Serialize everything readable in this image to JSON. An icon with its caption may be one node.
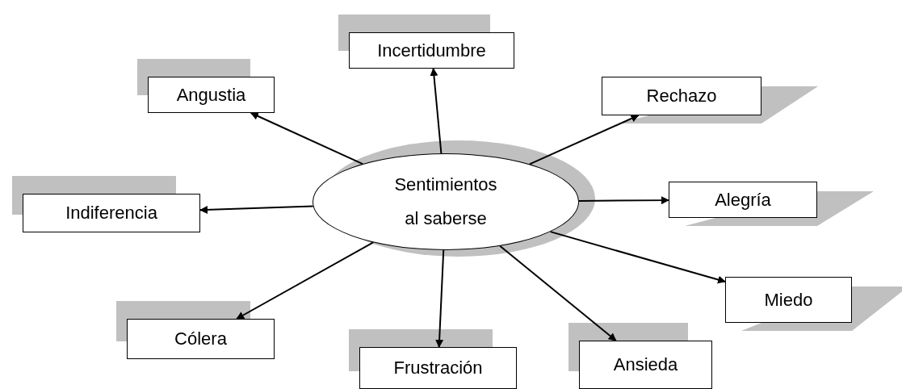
{
  "diagram": {
    "nodes": [
      {
        "text": [
          "Sentimientos al saberse"
        ]
      },
      {
        "text": [
          "Incertidumbre"
        ]
      },
      {
        "text": [
          "Angustia"
        ]
      },
      {
        "text": [
          "Rechazo"
        ]
      },
      {
        "text": [
          "Indiferencia"
        ]
      },
      {
        "text": [
          "Alegría"
        ]
      },
      {
        "text": [
          "Miedo"
        ]
      },
      {
        "text": [
          "Cólera"
        ]
      },
      {
        "text": [
          "Frustración"
        ]
      },
      {
        "text": [
          "Ansieda"
        ]
      }
    ],
    "edges": [
      {
        "from": 0,
        "to": 1,
        "arrow": "to"
      },
      {
        "from": 0,
        "to": 2,
        "arrow": "to"
      },
      {
        "from": 0,
        "to": 3,
        "arrow": "to"
      },
      {
        "from": 0,
        "to": 4,
        "arrow": "to"
      },
      {
        "from": 0,
        "to": 5,
        "arrow": "to"
      },
      {
        "from": 0,
        "to": 6,
        "arrow": "to"
      },
      {
        "from": 0,
        "to": 7,
        "arrow": "to"
      },
      {
        "from": 0,
        "to": 8,
        "arrow": "to"
      },
      {
        "from": 0,
        "to": 9,
        "arrow": "to"
      }
    ]
  }
}
